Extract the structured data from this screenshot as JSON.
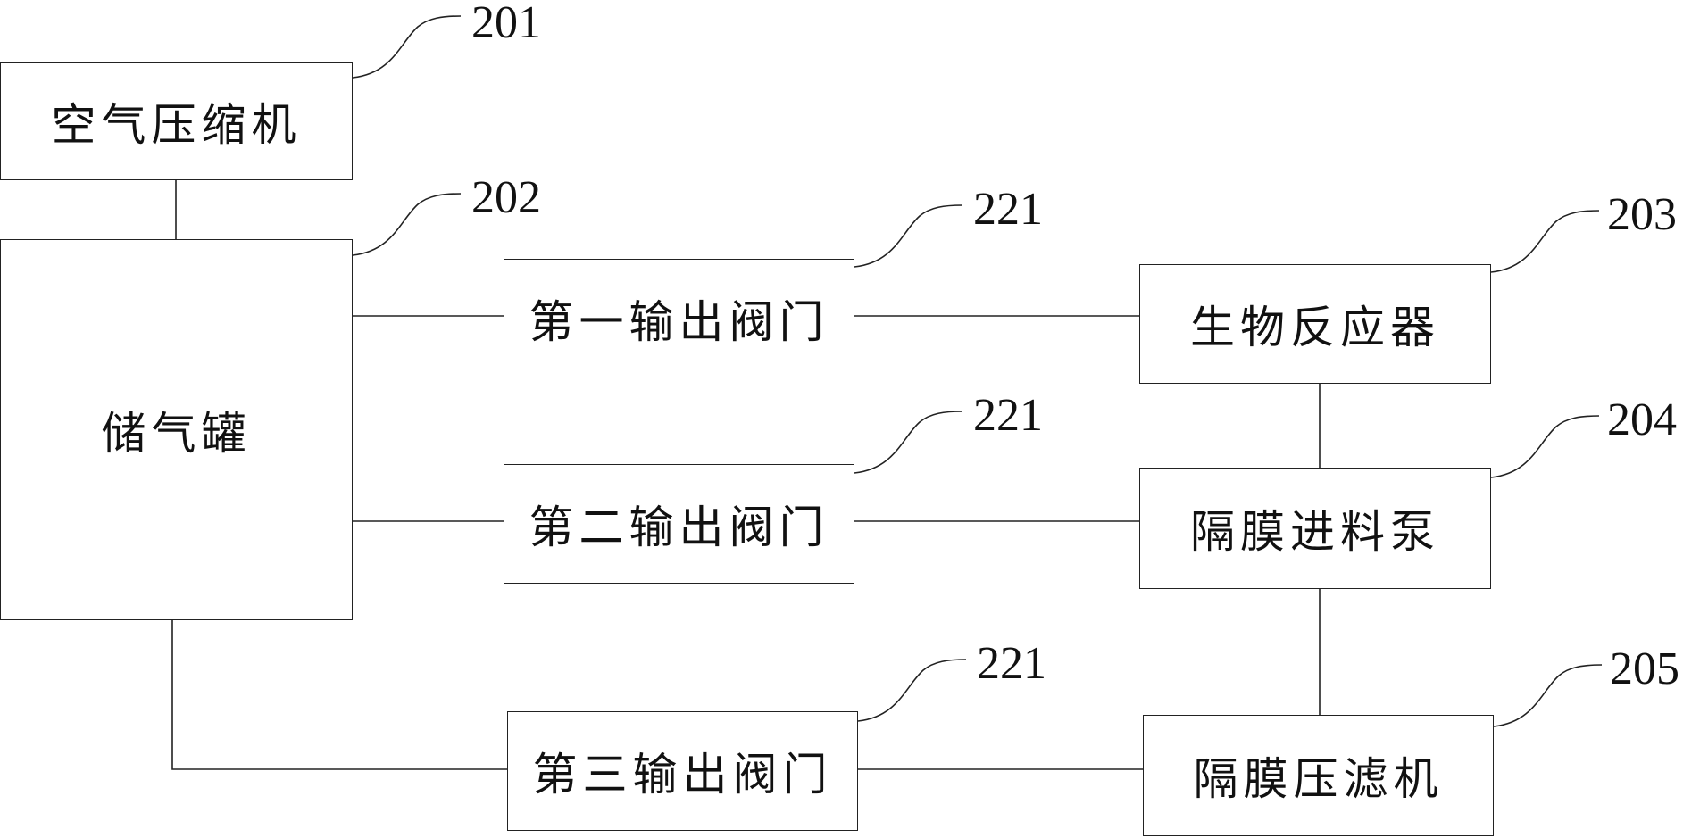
{
  "diagram": {
    "nodes": {
      "air_compressor": {
        "label": "空气压缩机",
        "ref": "201"
      },
      "gas_tank": {
        "label": "储气罐",
        "ref": "202"
      },
      "valve_1": {
        "label": "第一输出阀门",
        "ref": "221"
      },
      "valve_2": {
        "label": "第二输出阀门",
        "ref": "221"
      },
      "valve_3": {
        "label": "第三输出阀门",
        "ref": "221"
      },
      "bioreactor": {
        "label": "生物反应器",
        "ref": "203"
      },
      "diaphragm_pump": {
        "label": "隔膜进料泵",
        "ref": "204"
      },
      "diaphragm_filter_press": {
        "label": "隔膜压滤机",
        "ref": "205"
      }
    },
    "connections": [
      [
        "air_compressor",
        "gas_tank"
      ],
      [
        "gas_tank",
        "valve_1"
      ],
      [
        "valve_1",
        "bioreactor"
      ],
      [
        "gas_tank",
        "valve_2"
      ],
      [
        "valve_2",
        "diaphragm_pump"
      ],
      [
        "gas_tank",
        "valve_3"
      ],
      [
        "valve_3",
        "diaphragm_filter_press"
      ],
      [
        "bioreactor",
        "diaphragm_pump"
      ],
      [
        "diaphragm_pump",
        "diaphragm_filter_press"
      ]
    ]
  }
}
